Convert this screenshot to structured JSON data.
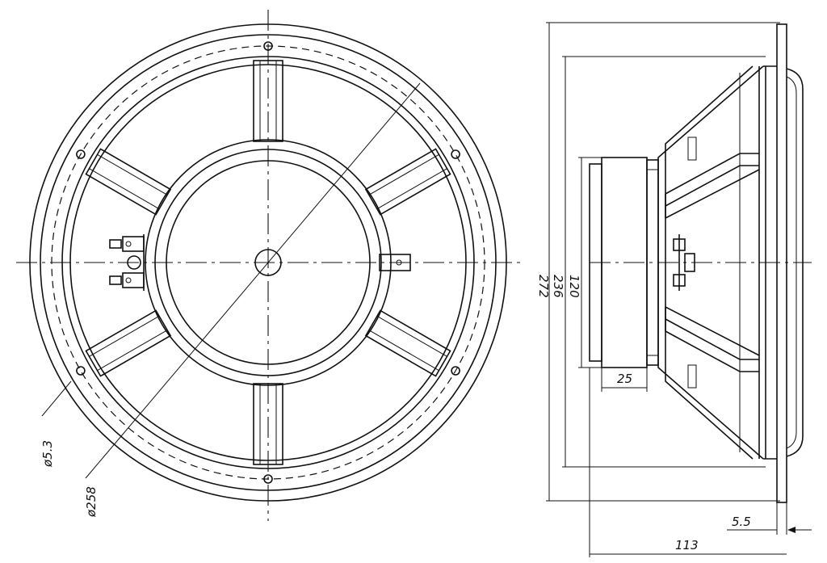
{
  "dimensions": {
    "hole_diameter": "ø5.3",
    "bolt_circle_diameter": "ø258",
    "outer_size": "272",
    "frame_size": "236",
    "magnet_size": "120",
    "magnet_depth": "25",
    "flange_thickness": "5.5",
    "overall_depth": "113"
  },
  "colors": {
    "line": "#111111",
    "background": "#ffffff"
  }
}
